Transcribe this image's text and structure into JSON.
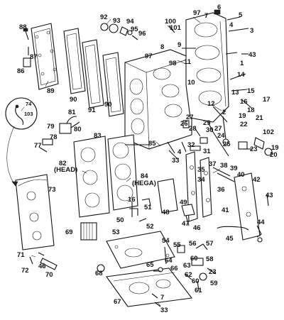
{
  "callouts": [
    {
      "id": "c1",
      "label": "88"
    },
    {
      "id": "c2",
      "label": "87"
    },
    {
      "id": "c3",
      "label": "86"
    },
    {
      "id": "c4",
      "label": "89"
    },
    {
      "id": "c5",
      "label": "90"
    },
    {
      "id": "c6",
      "label": "91"
    },
    {
      "id": "c7",
      "label": "90"
    },
    {
      "id": "c8",
      "label": "92"
    },
    {
      "id": "c9",
      "label": "93"
    },
    {
      "id": "c10",
      "label": "94"
    },
    {
      "id": "c11",
      "label": "95"
    },
    {
      "id": "c12",
      "label": "96"
    },
    {
      "id": "c13",
      "label": "100"
    },
    {
      "id": "c14",
      "label": "101"
    },
    {
      "id": "c15",
      "label": "97"
    },
    {
      "id": "c16",
      "label": "6"
    },
    {
      "id": "c17",
      "label": "7"
    },
    {
      "id": "c18",
      "label": "5"
    },
    {
      "id": "c19",
      "label": "4"
    },
    {
      "id": "c20",
      "label": "3"
    },
    {
      "id": "c21",
      "label": "8"
    },
    {
      "id": "c22",
      "label": "9"
    },
    {
      "id": "c23",
      "label": "97"
    },
    {
      "id": "c24",
      "label": "98"
    },
    {
      "id": "c25",
      "label": "11"
    },
    {
      "id": "c26",
      "label": "43"
    },
    {
      "id": "c27",
      "label": "1"
    },
    {
      "id": "c28",
      "label": "14"
    },
    {
      "id": "c29",
      "label": "10"
    },
    {
      "id": "c30",
      "label": "15"
    },
    {
      "id": "c31",
      "label": "13"
    },
    {
      "id": "c32",
      "label": "16"
    },
    {
      "id": "c33",
      "label": "17"
    },
    {
      "id": "c34",
      "label": "12"
    },
    {
      "id": "c35",
      "label": "2"
    },
    {
      "id": "c36",
      "label": "18"
    },
    {
      "id": "c37",
      "label": "19"
    },
    {
      "id": "c38",
      "label": "74"
    },
    {
      "id": "c39",
      "label": "103"
    },
    {
      "id": "c40",
      "label": "81"
    },
    {
      "id": "c41",
      "label": "79"
    },
    {
      "id": "c42",
      "label": "80"
    },
    {
      "id": "c43",
      "label": "78"
    },
    {
      "id": "c44",
      "label": "77"
    },
    {
      "id": "c45",
      "label": "83"
    },
    {
      "id": "c46",
      "label": "26"
    },
    {
      "id": "c47",
      "label": "27"
    },
    {
      "id": "c48",
      "label": "29"
    },
    {
      "id": "c49",
      "label": "30"
    },
    {
      "id": "c50",
      "label": "28"
    },
    {
      "id": "c51",
      "label": "22"
    },
    {
      "id": "c52",
      "label": "27"
    },
    {
      "id": "c53",
      "label": "21"
    },
    {
      "id": "c54",
      "label": "102"
    },
    {
      "id": "c55",
      "label": "24"
    },
    {
      "id": "c56",
      "label": "25"
    },
    {
      "id": "c57",
      "label": "23"
    },
    {
      "id": "c58",
      "label": "19"
    },
    {
      "id": "c59",
      "label": "20"
    },
    {
      "id": "c60",
      "label": "85"
    },
    {
      "id": "c61",
      "label": "32"
    },
    {
      "id": "c62",
      "label": "31"
    },
    {
      "id": "c63",
      "label": "4"
    },
    {
      "id": "c64",
      "label": "33"
    },
    {
      "id": "c65",
      "label": "82"
    },
    {
      "id": "c66",
      "label": "(HEAD)"
    },
    {
      "id": "c67",
      "label": "84"
    },
    {
      "id": "c68",
      "label": "(HEGA)"
    },
    {
      "id": "c69",
      "label": "35"
    },
    {
      "id": "c70",
      "label": "37"
    },
    {
      "id": "c71",
      "label": "38"
    },
    {
      "id": "c72",
      "label": "39"
    },
    {
      "id": "c73",
      "label": "40"
    },
    {
      "id": "c74",
      "label": "34"
    },
    {
      "id": "c75",
      "label": "42"
    },
    {
      "id": "c76",
      "label": "36"
    },
    {
      "id": "c77",
      "label": "43"
    },
    {
      "id": "c78",
      "label": "73"
    },
    {
      "id": "c79",
      "label": "16"
    },
    {
      "id": "c80",
      "label": "51"
    },
    {
      "id": "c81",
      "label": "48"
    },
    {
      "id": "c82",
      "label": "49"
    },
    {
      "id": "c83",
      "label": "41"
    },
    {
      "id": "c84",
      "label": "50"
    },
    {
      "id": "c85",
      "label": "52"
    },
    {
      "id": "c86",
      "label": "47"
    },
    {
      "id": "c87",
      "label": "46"
    },
    {
      "id": "c88",
      "label": "44"
    },
    {
      "id": "c89",
      "label": "69"
    },
    {
      "id": "c90",
      "label": "53"
    },
    {
      "id": "c91",
      "label": "45"
    },
    {
      "id": "c92",
      "label": "54"
    },
    {
      "id": "c93",
      "label": "55"
    },
    {
      "id": "c94",
      "label": "56"
    },
    {
      "id": "c95",
      "label": "57"
    },
    {
      "id": "c96",
      "label": "64"
    },
    {
      "id": "c97",
      "label": "65"
    },
    {
      "id": "c98",
      "label": "66"
    },
    {
      "id": "c99",
      "label": "63"
    },
    {
      "id": "c100",
      "label": "60"
    },
    {
      "id": "c101",
      "label": "58"
    },
    {
      "id": "c102",
      "label": "71"
    },
    {
      "id": "c103",
      "label": "72"
    },
    {
      "id": "c104",
      "label": "46"
    },
    {
      "id": "c105",
      "label": "70"
    },
    {
      "id": "c106",
      "label": "68"
    },
    {
      "id": "c107",
      "label": "62"
    },
    {
      "id": "c108",
      "label": "60"
    },
    {
      "id": "c109",
      "label": "23"
    },
    {
      "id": "c110",
      "label": "59"
    },
    {
      "id": "c111",
      "label": "61"
    },
    {
      "id": "c112",
      "label": "67"
    },
    {
      "id": "c113",
      "label": "7"
    },
    {
      "id": "c114",
      "label": "33"
    }
  ]
}
